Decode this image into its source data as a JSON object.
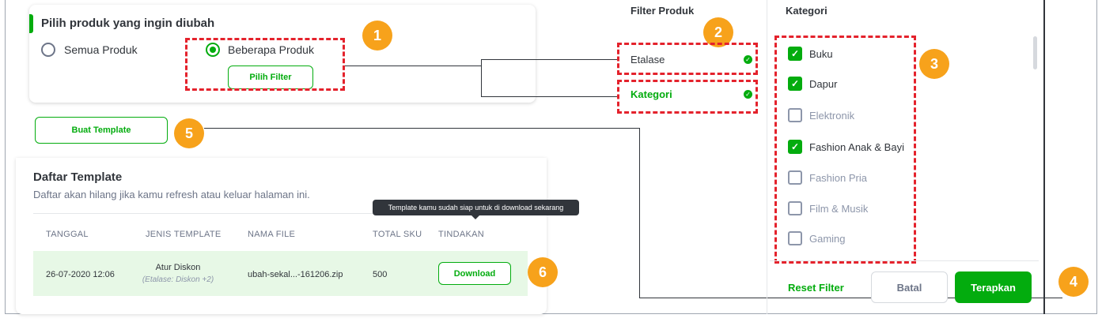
{
  "product_card": {
    "title": "Pilih produk yang ingin diubah",
    "option_all": "Semua Produk",
    "option_some": "Beberapa Produk",
    "filter_button": "Pilih Filter"
  },
  "create_template_button": "Buat Template",
  "filter_panel": {
    "title": "Filter Produk",
    "items": [
      {
        "label": "Etalase",
        "checked": true,
        "active": false
      },
      {
        "label": "Kategori",
        "checked": true,
        "active": true
      }
    ]
  },
  "category_panel": {
    "title": "Kategori",
    "items": [
      {
        "label": "Buku",
        "checked": true
      },
      {
        "label": "Dapur",
        "checked": true
      },
      {
        "label": "Elektronik",
        "checked": false
      },
      {
        "label": "Fashion Anak & Bayi",
        "checked": true
      },
      {
        "label": "Fashion Pria",
        "checked": false
      },
      {
        "label": "Film & Musik",
        "checked": false
      },
      {
        "label": "Gaming",
        "checked": false
      }
    ],
    "reset_label": "Reset Filter",
    "cancel_label": "Batal",
    "apply_label": "Terapkan"
  },
  "template_list": {
    "title": "Daftar Template",
    "subtitle": "Daftar akan hilang jika kamu refresh atau keluar halaman ini.",
    "columns": [
      "TANGGAL",
      "JENIS TEMPLATE",
      "NAMA FILE",
      "TOTAL SKU",
      "TINDAKAN"
    ],
    "rows": [
      {
        "date": "26-07-2020 12:06",
        "type": "Atur Diskon",
        "type_detail": "(Etalase: Diskon +2)",
        "file": "ubah-sekal...-161206.zip",
        "sku": "500",
        "action": "Download"
      }
    ],
    "tooltip": "Template kamu sudah siap untuk di download sekarang"
  },
  "badges": [
    "1",
    "2",
    "3",
    "4",
    "5",
    "6"
  ],
  "colors": {
    "accent": "#03ac0e",
    "highlight_dash": "#e4222c",
    "badge": "#f7a21b",
    "row_highlight": "#e7f8e6"
  }
}
